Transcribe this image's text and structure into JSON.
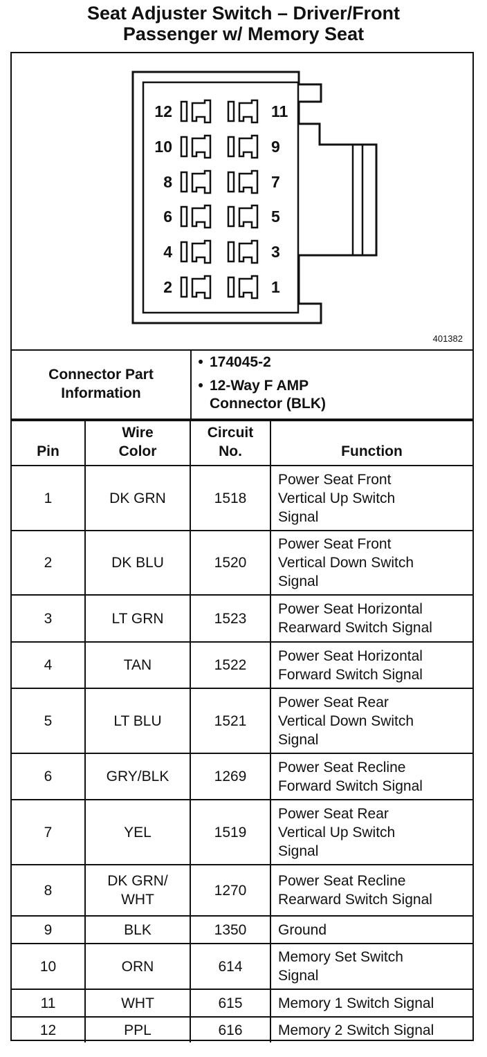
{
  "title": {
    "line1": "Seat Adjuster Switch – Driver/Front",
    "line2": "Passenger w/ Memory Seat"
  },
  "diagram": {
    "figure_id": "401382",
    "pin_labels_left": [
      "12",
      "10",
      "8",
      "6",
      "4",
      "2"
    ],
    "pin_labels_right": [
      "11",
      "9",
      "7",
      "5",
      "3",
      "1"
    ]
  },
  "connector": {
    "label_line1": "Connector Part",
    "label_line2": "Information",
    "part_number": "174045-2",
    "desc_line1": "12-Way F AMP",
    "desc_line2": "Connector (BLK)"
  },
  "table": {
    "headers": {
      "pin": "Pin",
      "wire_color_1": "Wire",
      "wire_color_2": "Color",
      "circuit_1": "Circuit",
      "circuit_2": "No.",
      "function": "Function"
    },
    "rows": [
      {
        "pin": "1",
        "wire": [
          "DK GRN"
        ],
        "circuit": "1518",
        "function": [
          "Power Seat Front",
          "Vertical Up Switch",
          "Signal"
        ]
      },
      {
        "pin": "2",
        "wire": [
          "DK BLU"
        ],
        "circuit": "1520",
        "function": [
          "Power Seat Front",
          "Vertical Down Switch",
          "Signal"
        ]
      },
      {
        "pin": "3",
        "wire": [
          "LT GRN"
        ],
        "circuit": "1523",
        "function": [
          "Power Seat Horizontal",
          "Rearward Switch Signal"
        ]
      },
      {
        "pin": "4",
        "wire": [
          "TAN"
        ],
        "circuit": "1522",
        "function": [
          "Power Seat Horizontal",
          "Forward Switch Signal"
        ]
      },
      {
        "pin": "5",
        "wire": [
          "LT BLU"
        ],
        "circuit": "1521",
        "function": [
          "Power Seat Rear",
          "Vertical Down Switch",
          "Signal"
        ]
      },
      {
        "pin": "6",
        "wire": [
          "GRY/BLK"
        ],
        "circuit": "1269",
        "function": [
          "Power Seat Recline",
          "Forward Switch Signal"
        ]
      },
      {
        "pin": "7",
        "wire": [
          "YEL"
        ],
        "circuit": "1519",
        "function": [
          "Power Seat Rear",
          "Vertical Up Switch",
          "Signal"
        ]
      },
      {
        "pin": "8",
        "wire": [
          "DK GRN/",
          "WHT"
        ],
        "circuit": "1270",
        "function": [
          "Power Seat Recline",
          "Rearward Switch Signal"
        ]
      },
      {
        "pin": "9",
        "wire": [
          "BLK"
        ],
        "circuit": "1350",
        "function": [
          "Ground"
        ]
      },
      {
        "pin": "10",
        "wire": [
          "ORN"
        ],
        "circuit": "614",
        "function": [
          "Memory Set Switch",
          "Signal"
        ]
      },
      {
        "pin": "11",
        "wire": [
          "WHT"
        ],
        "circuit": "615",
        "function": [
          "Memory 1 Switch Signal"
        ]
      },
      {
        "pin": "12",
        "wire": [
          "PPL"
        ],
        "circuit": "616",
        "function": [
          "Memory 2 Switch Signal"
        ]
      }
    ]
  }
}
